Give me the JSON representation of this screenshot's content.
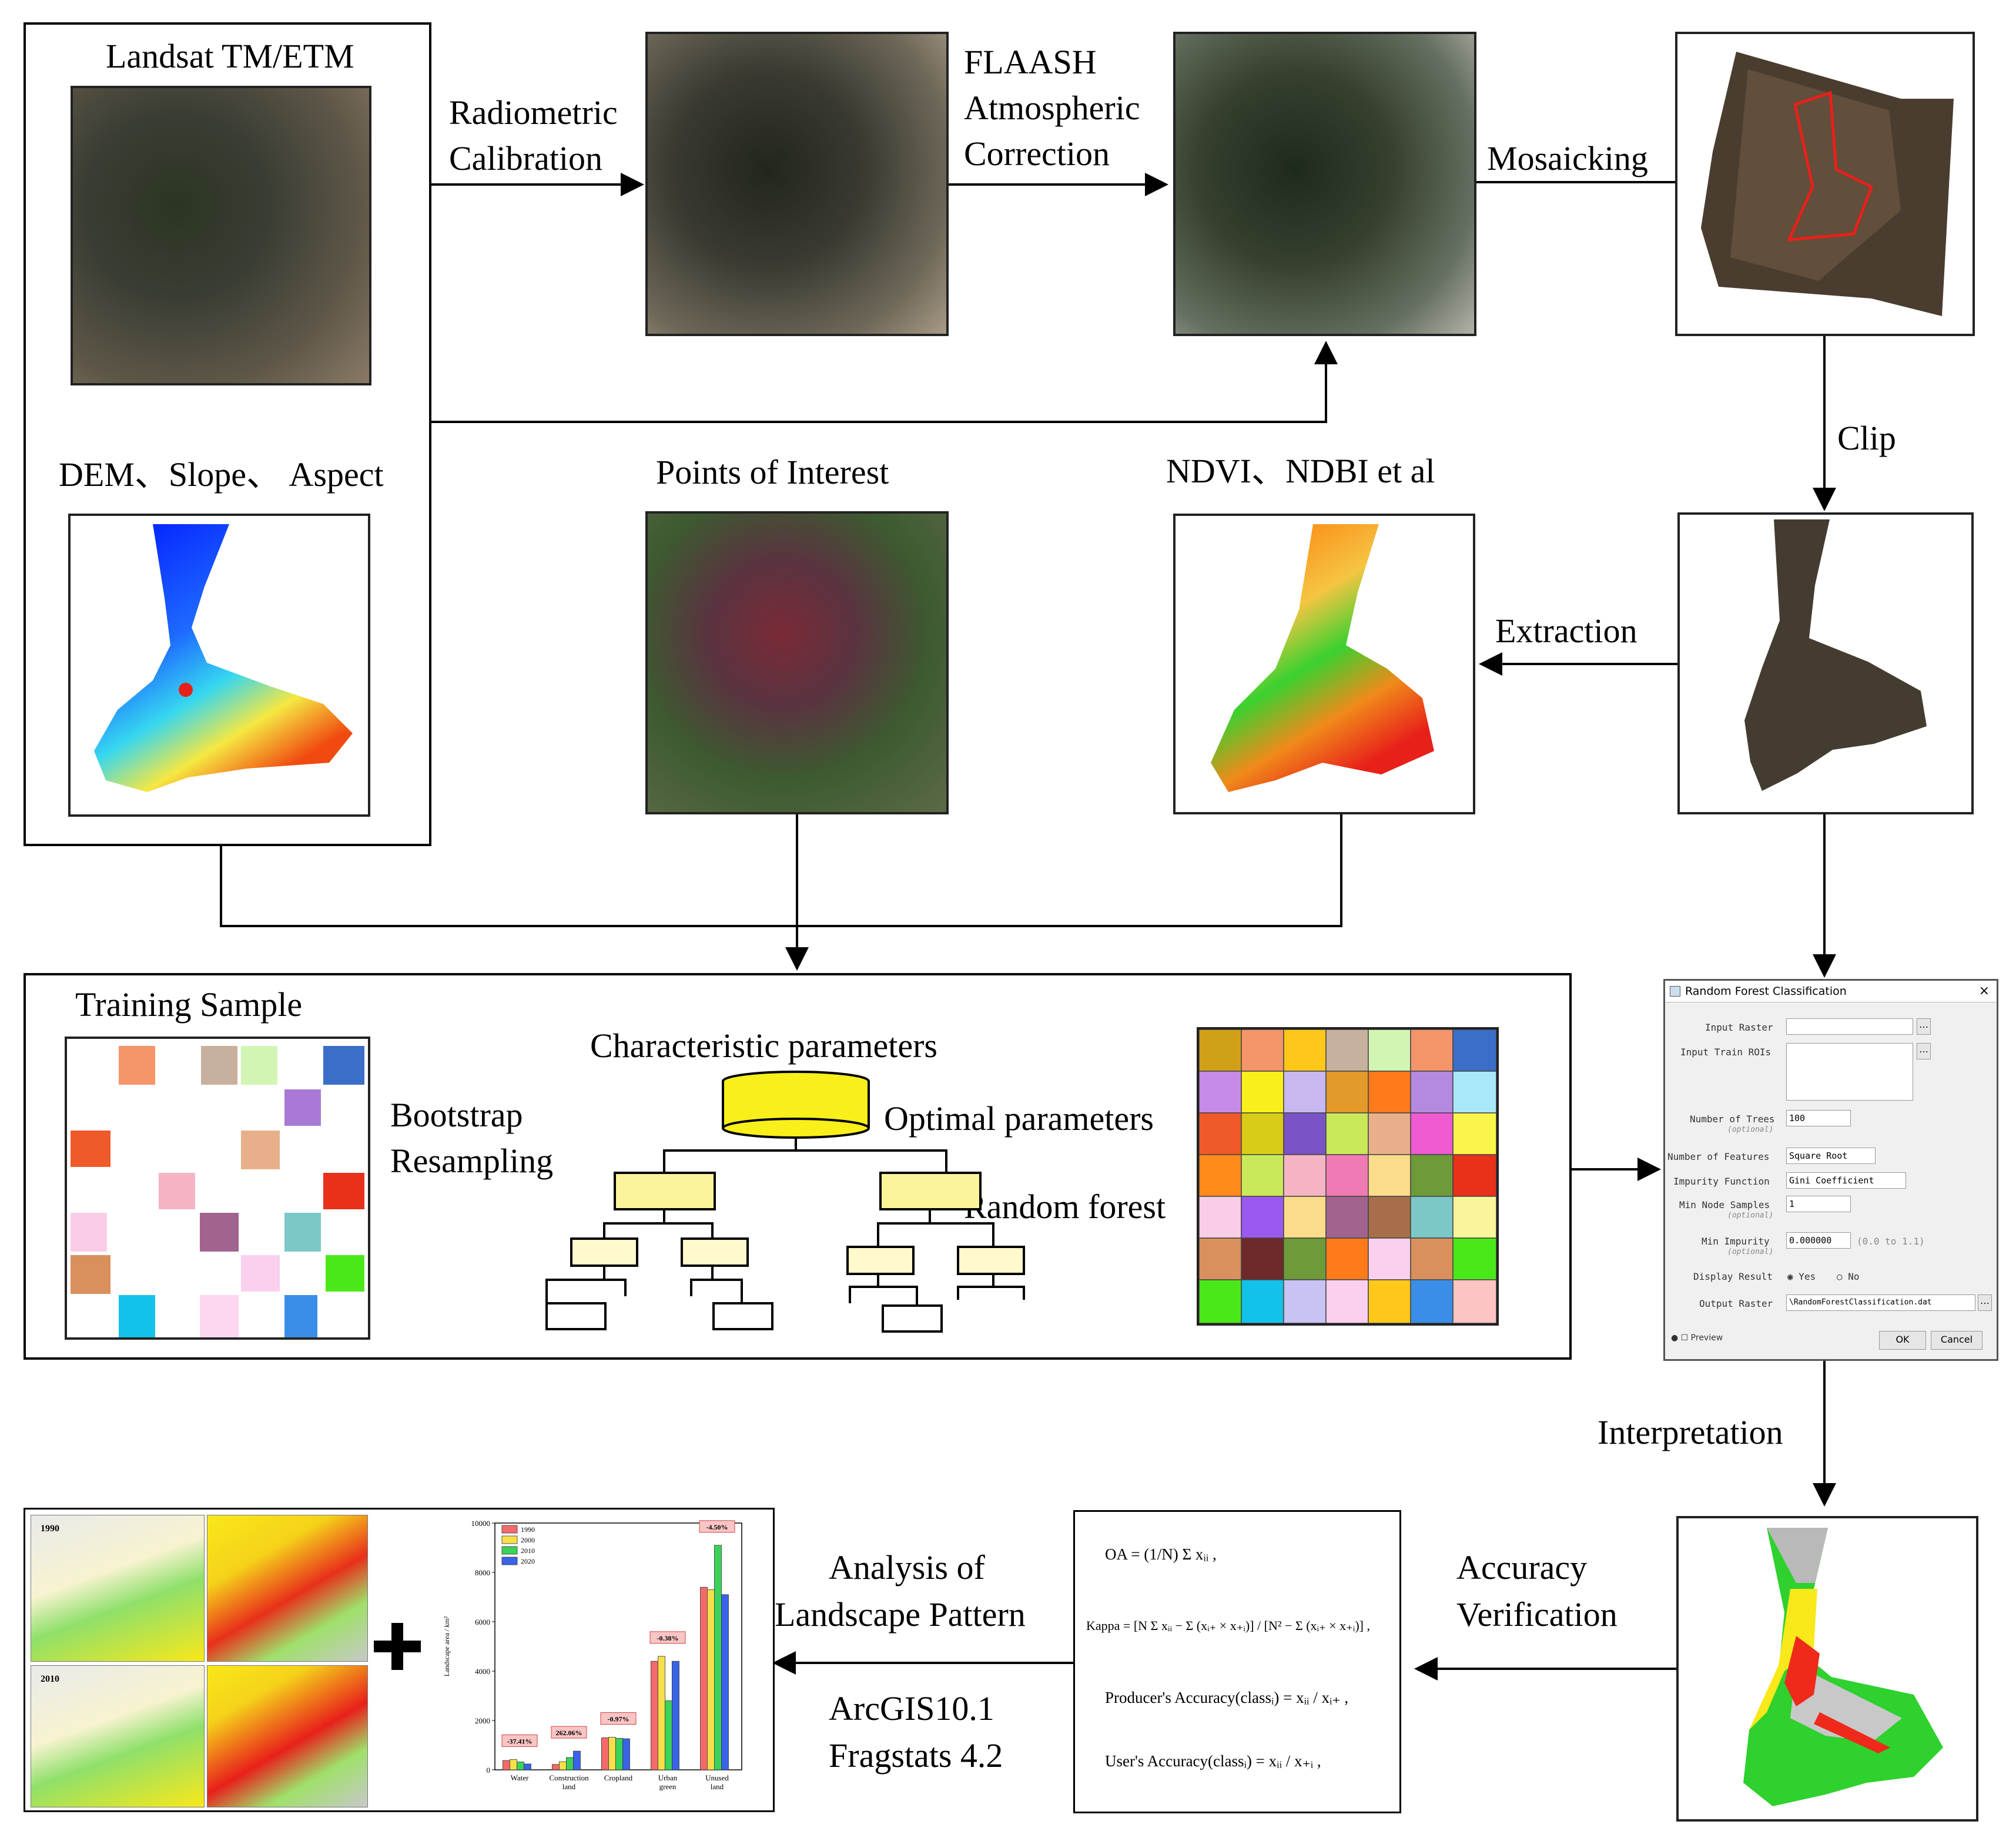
{
  "sources": {
    "landsat": "Landsat TM/ETM",
    "dem": "DEM、Slope、 Aspect",
    "poi": "Points of Interest",
    "ndvi": "NDVI、NDBI   et al"
  },
  "steps": {
    "radiometric": [
      "Radiometric",
      "Calibration"
    ],
    "flaash": [
      "FLAASH",
      "Atmospheric",
      "Correction"
    ],
    "mosaicking": "Mosaicking",
    "clip": "Clip",
    "extraction": "Extraction",
    "interpretation": "Interpretation",
    "accuracy": [
      "Accuracy",
      "Verification"
    ],
    "analysis": [
      "Analysis of",
      "Landscape Pattern"
    ],
    "tools": [
      "ArcGIS10.1",
      "Fragstats 4.2"
    ]
  },
  "training": {
    "title": "Training Sample",
    "bootstrap": [
      "Bootstrap",
      "Resampling"
    ],
    "char_params": "Characteristic parameters",
    "optimal": "Optimal parameters",
    "rf": "Random forest"
  },
  "dialog": {
    "title": "Random Forest Classification",
    "input_raster": "Input Raster",
    "input_rois": "Input Train ROIs",
    "num_trees": "Number of Trees",
    "num_trees_val": "100",
    "num_features": "Number of Features",
    "num_features_val": "Square Root",
    "impurity": "Impurity Function",
    "impurity_val": "Gini Coefficient",
    "min_node": "Min Node Samples",
    "min_node_val": "1",
    "min_impurity": "Min Impurity",
    "min_impurity_val": "0.000000",
    "min_impurity_range": "(0.0 to 1.1)",
    "optional": "(optional)",
    "display": "Display Result",
    "yes": "Yes",
    "no": "No",
    "output": "Output Raster",
    "output_val": "\\RandomForestClassification.dat",
    "preview": "Preview",
    "ok": "OK",
    "cancel": "Cancel"
  },
  "formulas": {
    "oa": "OA = (1/N) Σ xᵢᵢ ,",
    "kappa": "Kappa = [N Σ xᵢᵢ − Σ (xᵢ₊ × x₊ᵢ)] / [N² − Σ (xᵢ₊ × x₊ᵢ)] ,",
    "producer": "Producer's Accuracy(classᵢ) = xᵢᵢ / xᵢ₊ ,",
    "user": "User's Accuracy(classᵢ) = xᵢᵢ / x₊ᵢ ,"
  },
  "map_years": [
    "1990",
    "2010"
  ],
  "chart_data": {
    "type": "bar",
    "categories": [
      "Water",
      "Construction land",
      "Cropland",
      "Urban green",
      "Unused land"
    ],
    "series": [
      {
        "name": "1990",
        "values": [
          380,
          220,
          1300,
          4400,
          7400
        ]
      },
      {
        "name": "2000",
        "values": [
          420,
          330,
          1320,
          4600,
          7300
        ]
      },
      {
        "name": "2010",
        "values": [
          320,
          500,
          1280,
          2800,
          9100
        ]
      },
      {
        "name": "2020",
        "values": [
          240,
          760,
          1260,
          4400,
          7100
        ]
      }
    ],
    "annotations": [
      "-37.41%",
      "262.06%",
      "-0.97%",
      "-0.38%",
      "-4.50%"
    ],
    "ylabel": "Landscape area / km²",
    "ylim": [
      0,
      10000
    ],
    "yticks": [
      "0",
      "2000",
      "4000",
      "6000",
      "8000",
      "10000"
    ],
    "colors": [
      "#f46a6a",
      "#f5e04a",
      "#3bd25a",
      "#3a63e8"
    ],
    "legend": "top-left"
  }
}
